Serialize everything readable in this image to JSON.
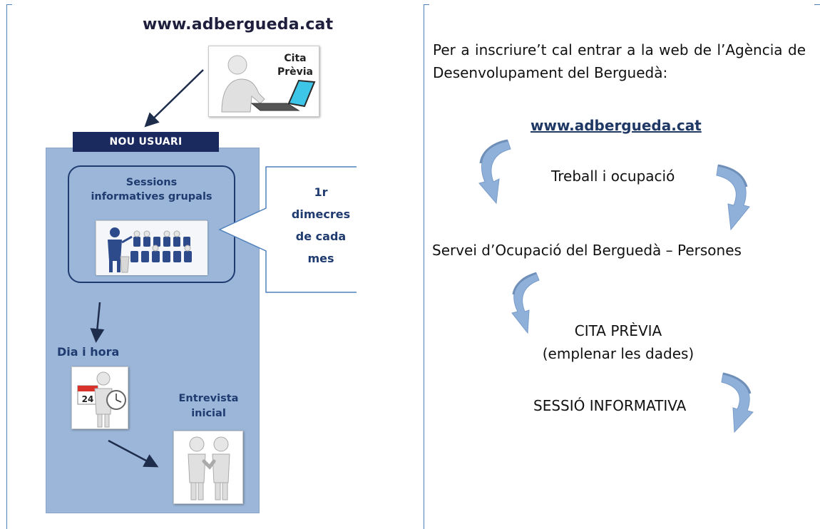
{
  "left": {
    "url_title": "www.adbergueda.cat",
    "cita_line1": "Cita",
    "cita_line2": "Prèvia",
    "nou_usuari": "NOU USUARI",
    "sessions_line1": "Sessions",
    "sessions_line2": "informatives grupals",
    "callout_line1": "1r",
    "callout_line2": "dimecres",
    "callout_line3": "de cada",
    "callout_line4": "mes",
    "dia_hora": "Dia i hora",
    "calendar_day": "24",
    "entrevista_line1": "Entrevista",
    "entrevista_line2": "inicial"
  },
  "right": {
    "intro": "Per a inscriure’t cal entrar a la web de l’Agència de Desenvolupament del Berguedà:",
    "url_link": "www.adbergueda.cat",
    "step1": "Treball i ocupació",
    "step2": "Servei d’Ocupació del Berguedà – Persones",
    "step3_line1": "CITA PRÈVIA",
    "step3_line2": "(emplenar les dades)",
    "step4": "SESSIÓ INFORMATIVA"
  },
  "colors": {
    "navy": "#1b2a5e",
    "label_blue": "#1f3b70",
    "panel_blue": "#9bb6d8",
    "border_blue": "#4f81bd",
    "curve_blue": "#8fb0d9"
  }
}
